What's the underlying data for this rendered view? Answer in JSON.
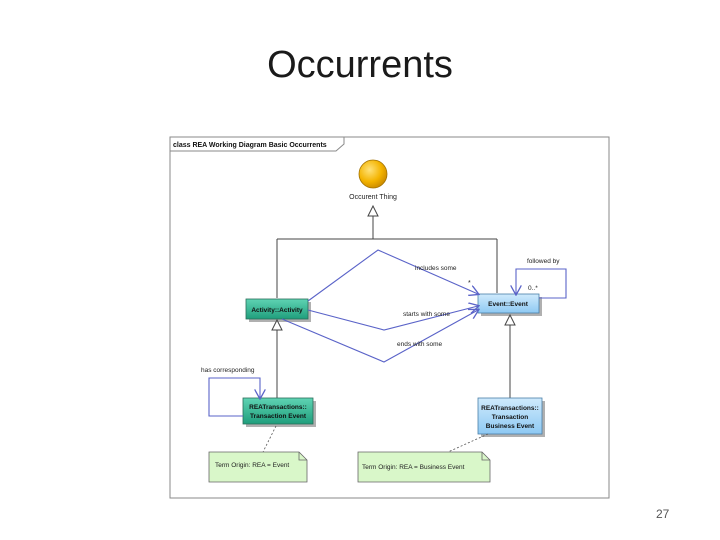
{
  "slide": {
    "title": "Occurrents",
    "page_number": "27"
  },
  "diagram": {
    "frame_label": "class REA Working Diagram Basic Occurrents",
    "occurrent_thing": "Occurent Thing",
    "activity": "Activity::Activity",
    "event": "Event::Event",
    "rea_transaction_event": [
      "REATransactions::",
      "Transaction Event"
    ],
    "rea_business_event": [
      "REATransactions::",
      "Transaction",
      "Business Event"
    ],
    "note_left": "Term Origin: REA = Event",
    "note_right": "Term Origin: REA = Business Event",
    "label_includes_some": "includes some",
    "label_starts_with_some": "starts with some",
    "label_ends_with_some": "ends with some",
    "label_followed_by": "followed by",
    "label_has_corresponding": "has corresponding",
    "mult_includes": "*",
    "mult_followed_by": "0..*",
    "colors": {
      "teal_fill": "#3bbf9b",
      "blue_fill": "#a8d8f8",
      "note_fill": "#d9f7c9",
      "association": "#5a63c8",
      "sphere": "#f4b400"
    }
  }
}
